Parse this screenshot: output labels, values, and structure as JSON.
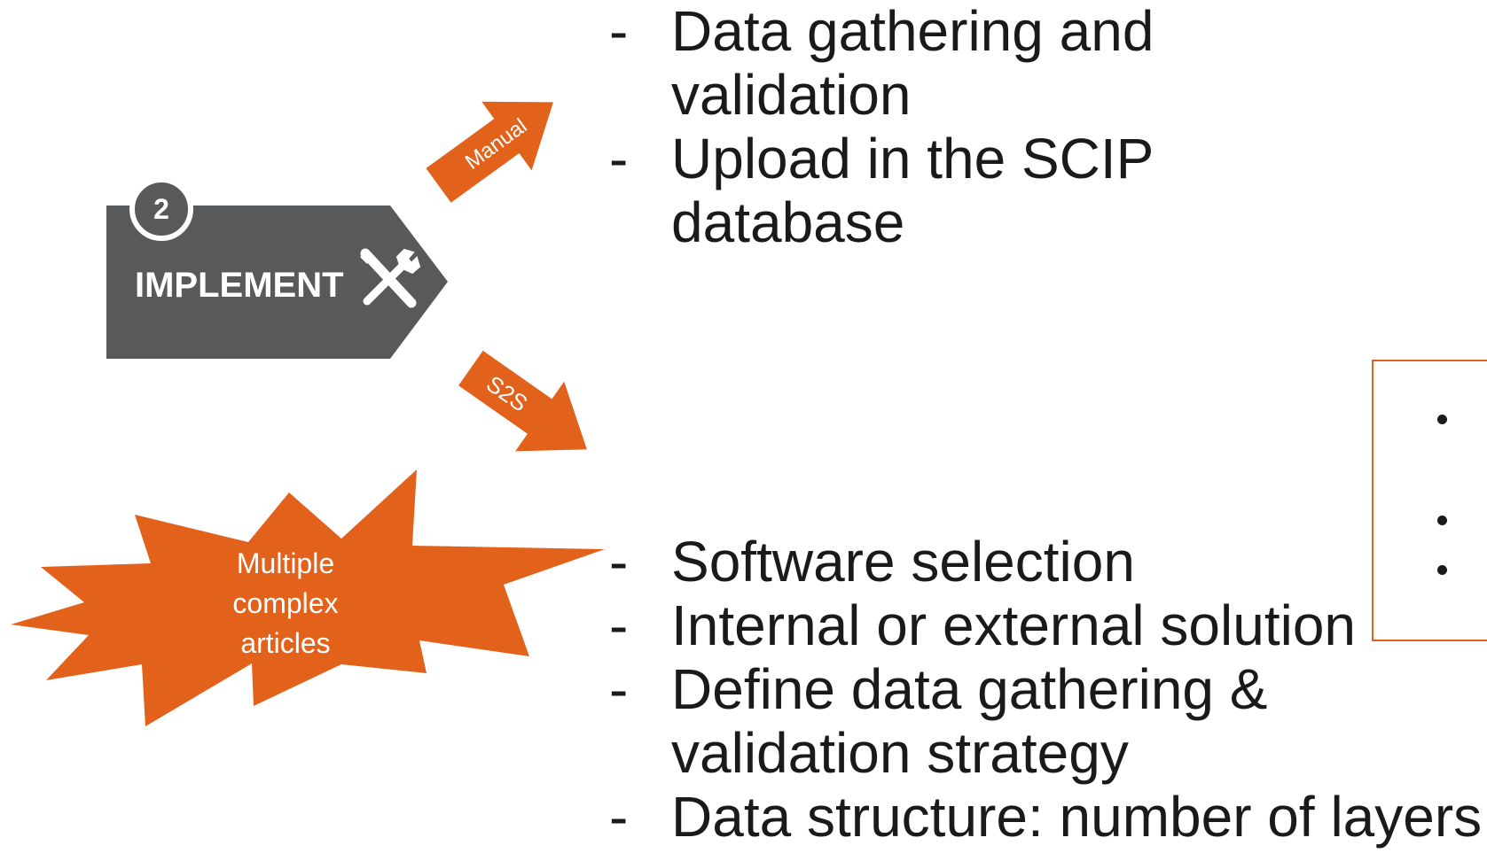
{
  "colors": {
    "accent": "#e2621b",
    "dark": "#58595b",
    "text": "#1a1a1a",
    "background": "#ffffff"
  },
  "implement": {
    "step_number": "2",
    "label": "IMPLEMENT",
    "icon": "tools-icon"
  },
  "arrows": {
    "manual_label": "Manual",
    "s2s_label": "S2S"
  },
  "burst": {
    "line1": "Multiple",
    "line2": "complex",
    "line3": "articles"
  },
  "manual_list": {
    "item1_line1": "Data gathering and",
    "item1_line2": "validation",
    "item2_line1": "Upload in the SCIP",
    "item2_line2": "database"
  },
  "s2s_list": {
    "item1": "Software selection",
    "item2": "Internal or external solution",
    "item3_line1": "Define data gathering &",
    "item3_line2": "validation strategy",
    "item4": "Data structure: number of layers"
  },
  "bullet_marker": "-"
}
